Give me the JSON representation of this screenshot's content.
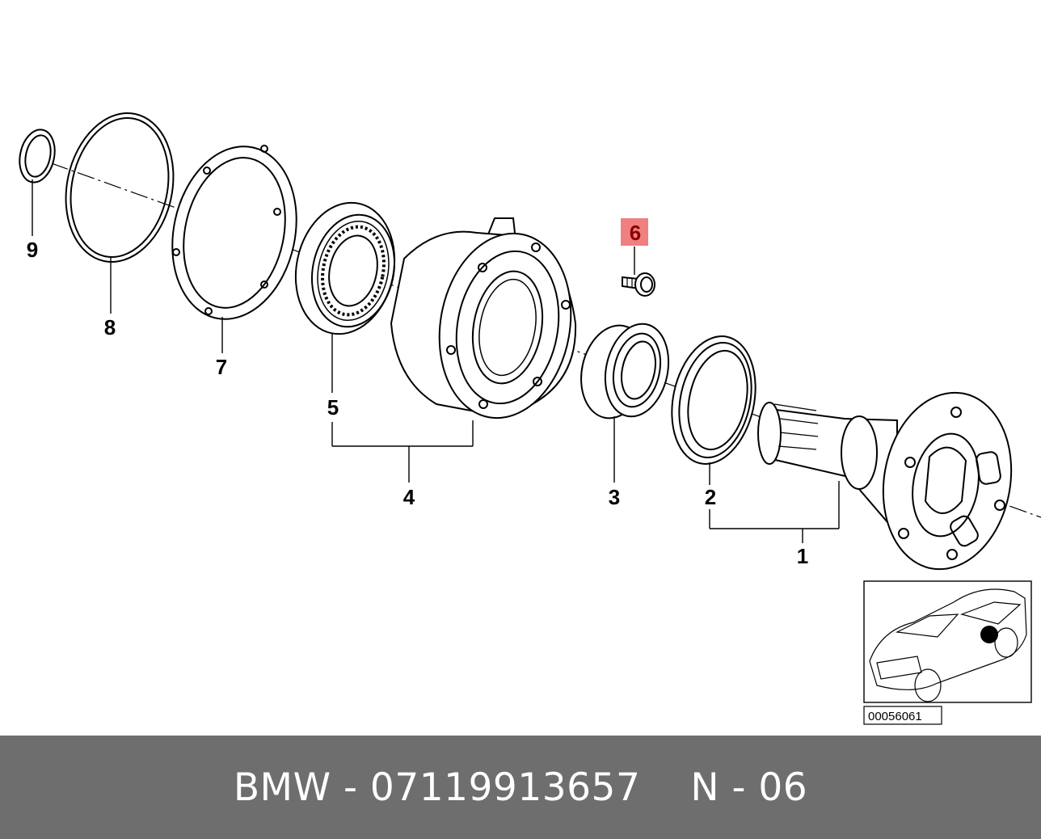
{
  "callouts": {
    "c1": "1",
    "c2": "2",
    "c3": "3",
    "c4": "4",
    "c5": "5",
    "c6": "6",
    "c7": "7",
    "c8": "8",
    "c9": "9"
  },
  "highlight_color": "#f08080",
  "reference_code": "00056061",
  "footer": {
    "part_text": "BMW - 07119913657",
    "position_text": "N - 06"
  }
}
